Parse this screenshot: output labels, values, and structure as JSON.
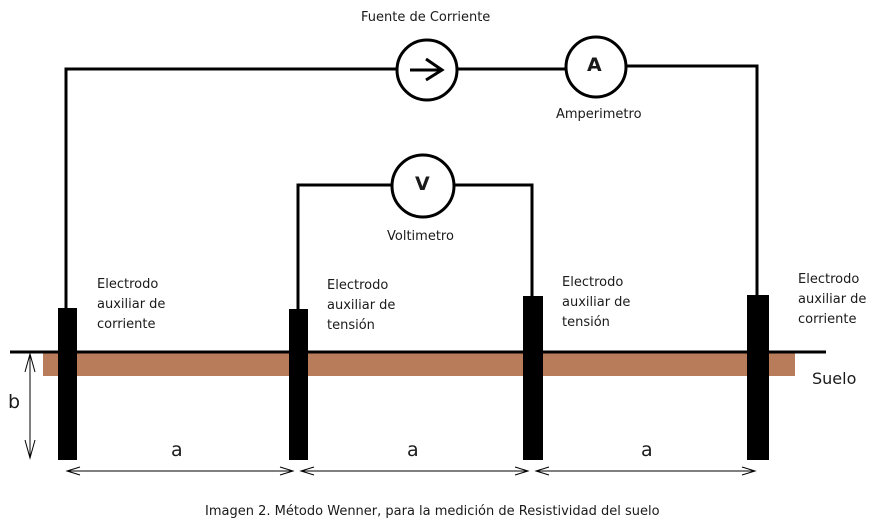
{
  "diagram": {
    "title": "Método Wenner",
    "caption": "Imagen 2. Método Wenner, para la medición de Resistividad del suelo",
    "instruments": {
      "current_source": {
        "label": "Fuente de Corriente",
        "symbol": "arrow-right"
      },
      "ammeter": {
        "label": "Amperimetro",
        "symbol": "A"
      },
      "voltmeter": {
        "label": "Voltimetro",
        "symbol": "V"
      }
    },
    "electrodes": [
      {
        "label": "Electrodo\nauxiliar de\ncorriente",
        "type": "corriente"
      },
      {
        "label": "Electrodo\nauxiliar de\ntensión",
        "type": "tensión"
      },
      {
        "label": "Electrodo\nauxiliar de\ntensión",
        "type": "tensión"
      },
      {
        "label": "Electrodo\nauxiliar de\ncorriente",
        "type": "corriente"
      }
    ],
    "ground_label": "Suelo",
    "depth_label": "b",
    "spacing_labels": [
      "a",
      "a",
      "a"
    ],
    "colors": {
      "soil": "#b97c5a",
      "wire": "#000000",
      "electrode": "#000000"
    }
  }
}
